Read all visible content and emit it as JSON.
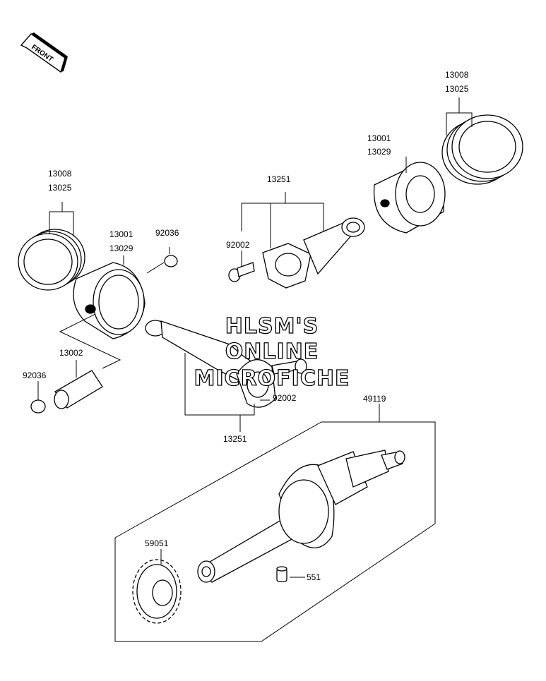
{
  "front_arrow": {
    "label": "FRONT"
  },
  "watermark": {
    "line1": "HLSM'S",
    "line2": "ONLINE",
    "line3": "MICROFICHE"
  },
  "labels": {
    "rings_left": [
      "13008",
      "13025"
    ],
    "piston_left": [
      "13001",
      "13029"
    ],
    "circlip_left_top": "92036",
    "pin": "13002",
    "circlip_left_bottom": "92036",
    "rod_top": "13251",
    "bolt_top": "92002",
    "piston_right": [
      "13001",
      "13029"
    ],
    "rings_right": [
      "13008",
      "13025"
    ],
    "bolt_bottom": "92002",
    "rod_bottom": "13251",
    "crankshaft": "49119",
    "gear": "59051",
    "dowel": "551"
  }
}
